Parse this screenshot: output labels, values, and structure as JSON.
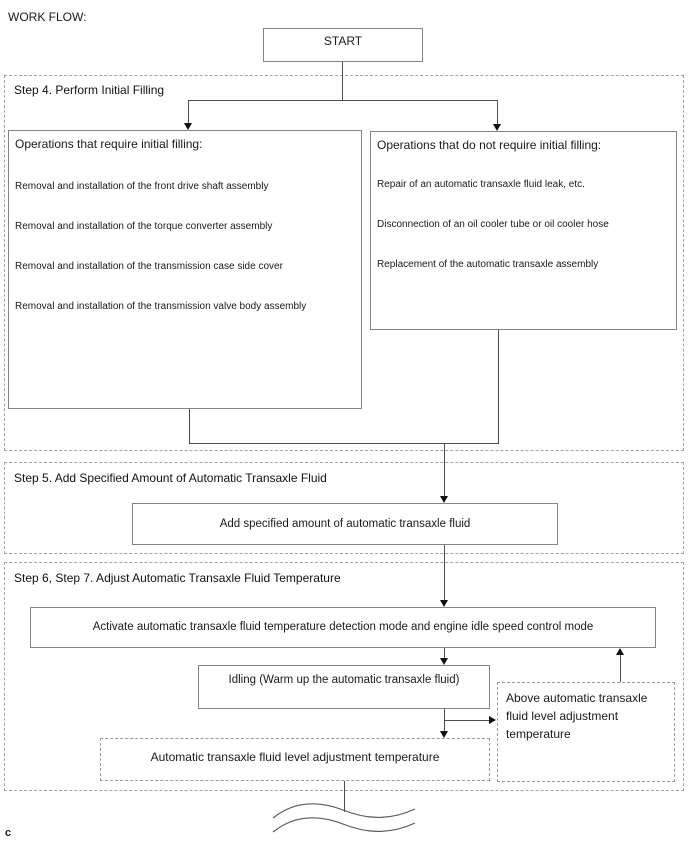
{
  "page": {
    "title": "WORK FLOW:",
    "footer": "c"
  },
  "flow": {
    "start_label": "START",
    "step4": {
      "label": "Step 4. Perform Initial Filling",
      "require_box": {
        "heading": "Operations that require initial filling:",
        "items": [
          "Removal and installation of the front drive shaft assembly",
          "Removal and installation of the torque converter assembly",
          "Removal and installation of the transmission case side cover",
          "Removal and installation of the transmission valve body assembly"
        ]
      },
      "no_require_box": {
        "heading": "Operations that do not require initial filling:",
        "items": [
          "Repair of an automatic transaxle fluid leak, etc.",
          "Disconnection of an oil cooler tube or oil cooler hose",
          "Replacement of the automatic transaxle assembly"
        ]
      }
    },
    "step5": {
      "label": "Step 5. Add Specified Amount of Automatic Transaxle Fluid",
      "box": "Add specified amount of automatic transaxle fluid"
    },
    "step6": {
      "label": "Step 6, Step 7. Adjust Automatic Transaxle Fluid Temperature",
      "activate_box": "Activate automatic transaxle fluid temperature detection mode and engine idle speed control mode",
      "idling_box": "Idling (Warm up the automatic transaxle fluid)",
      "above_box": "Above automatic transaxle fluid level adjustment temperature",
      "adjust_box": "Automatic transaxle fluid level adjustment temperature"
    }
  },
  "colors": {
    "solid_border": "#848484",
    "dashed_border": "#a3a3a3",
    "connector_line": "#4d4d4d",
    "arrowhead": "#111111",
    "text": "#1a1a1a",
    "background": "#ffffff"
  }
}
